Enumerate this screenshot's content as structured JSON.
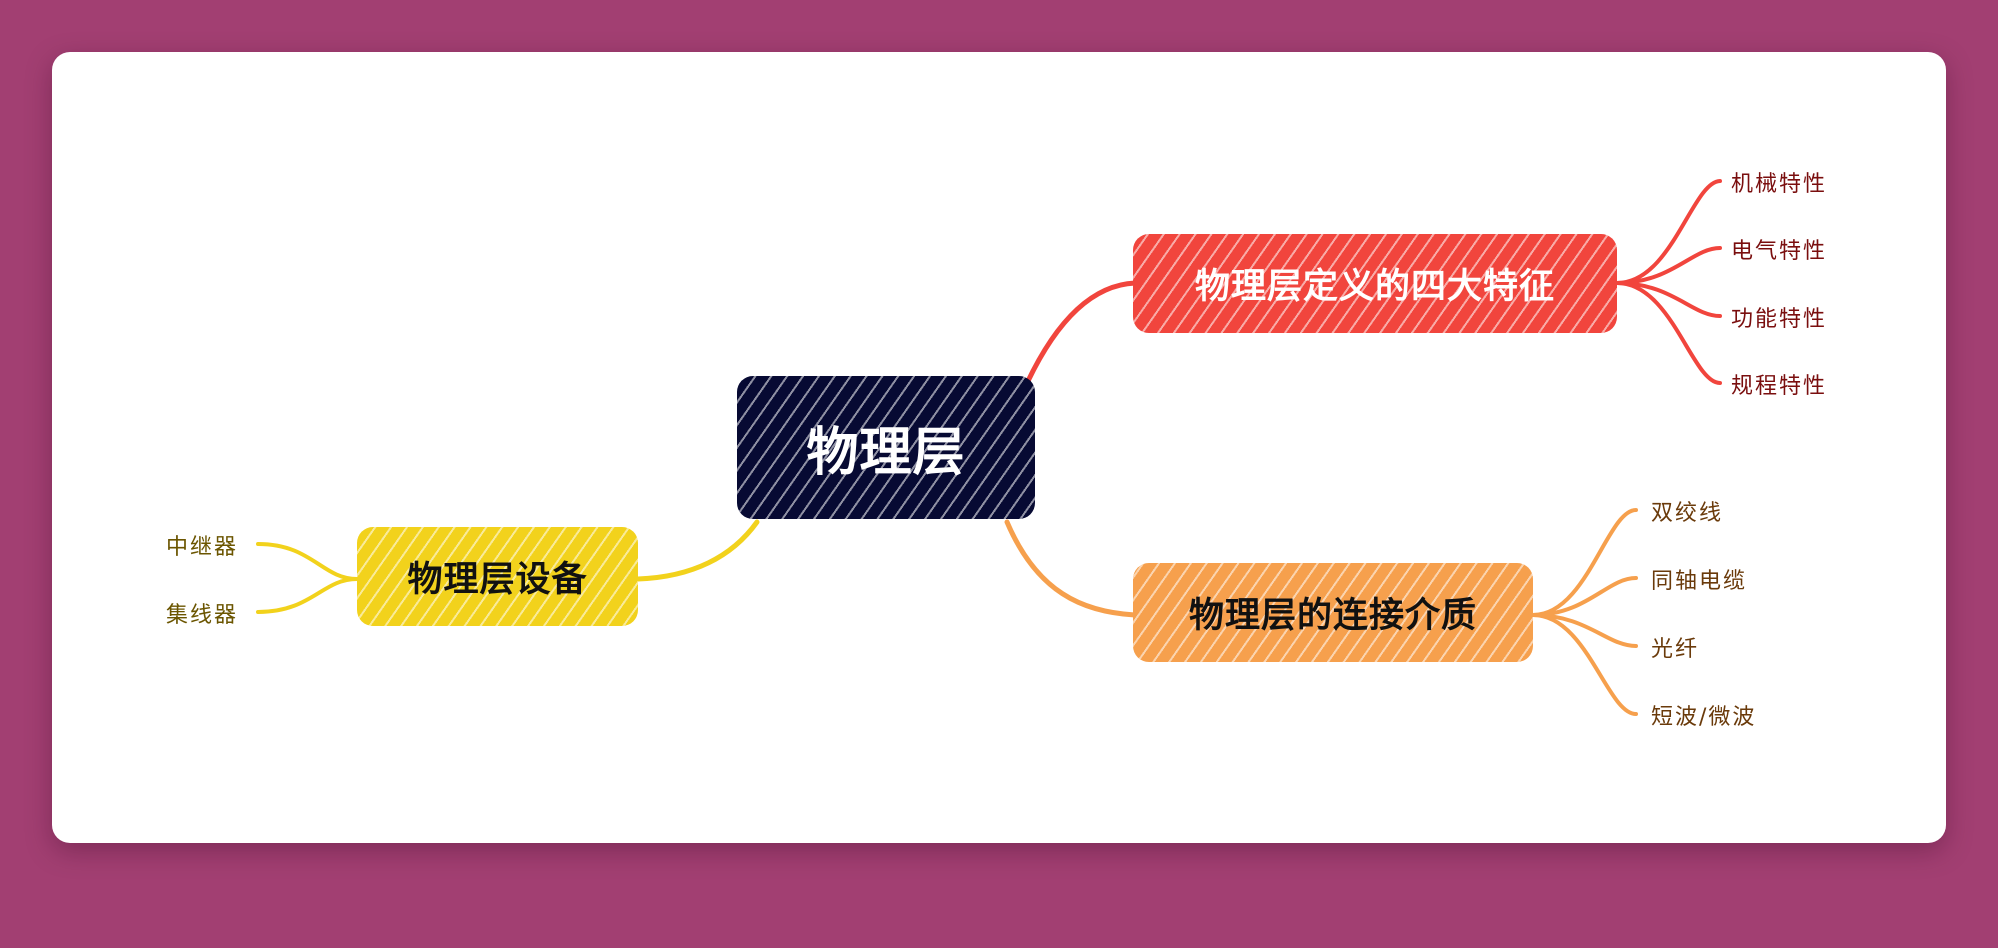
{
  "colors": {
    "background": "#a23f72",
    "card": "#ffffff",
    "root": "#070a33",
    "feature_branch": "#f1453d",
    "media_branch": "#f6a04d",
    "device_branch": "#f2d21c"
  },
  "mindmap": {
    "root": "物理层",
    "branches": {
      "features": {
        "title": "物理层定义的四大特征",
        "leaves": [
          "机械特性",
          "电气特性",
          "功能特性",
          "规程特性"
        ]
      },
      "media": {
        "title": "物理层的连接介质",
        "leaves": [
          "双绞线",
          "同轴电缆",
          "光纤",
          "短波/微波"
        ]
      },
      "devices": {
        "title": "物理层设备",
        "leaves": [
          "中继器",
          "集线器"
        ]
      }
    }
  }
}
